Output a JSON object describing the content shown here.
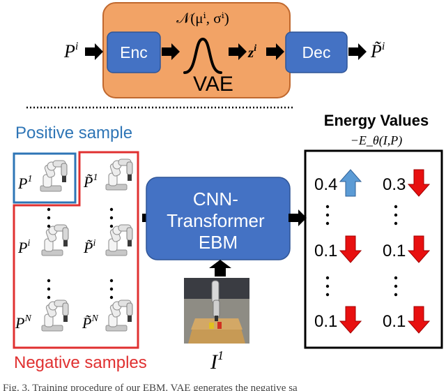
{
  "vae": {
    "input_base": "P",
    "input_sup": "i",
    "encoder_label": "Enc",
    "distribution_label": "𝒩(μⁱ, σⁱ)",
    "latent_base": "z",
    "latent_sup": "i",
    "decoder_label": "Dec",
    "output_base": "P̃",
    "output_sup": "i",
    "box_label": "VAE"
  },
  "samples": {
    "positive_title": "Positive sample",
    "negative_title": "Negative samples",
    "positive": {
      "base": "P",
      "sup": "1"
    },
    "negatives_left": [
      {
        "base": "P",
        "sup": "i"
      },
      {
        "base": "P",
        "sup": "N"
      }
    ],
    "negatives_right": [
      {
        "base": "P̃",
        "sup": "1"
      },
      {
        "base": "P̃",
        "sup": "i"
      },
      {
        "base": "P̃",
        "sup": "N"
      }
    ]
  },
  "model": {
    "label_line1": "CNN-",
    "label_line2": "Transformer",
    "label_line3": "EBM",
    "image_base": "I",
    "image_sup": "1"
  },
  "energy": {
    "title": "Energy Values",
    "formula": "−E_θ(I,P)",
    "rows": [
      [
        {
          "value": "0.4",
          "arrow": "up"
        },
        {
          "value": "0.3",
          "arrow": "down"
        }
      ],
      [
        {
          "value": "0.1",
          "arrow": "down"
        },
        {
          "value": "0.1",
          "arrow": "down"
        }
      ],
      [
        {
          "value": "0.1",
          "arrow": "down"
        },
        {
          "value": "0.1",
          "arrow": "down"
        }
      ]
    ]
  },
  "caption": "Fig. 3.   Training procedure of our EBM. VAE generates the negative sa",
  "colors": {
    "vae_fill": "#f2a366",
    "vae_border": "#c0682e",
    "block_fill": "#4472c4",
    "block_border": "#2f5597",
    "positive": "#2e75b6",
    "negative": "#e03030",
    "arrow_up": "#5b9bd5",
    "arrow_down": "#e81010"
  }
}
